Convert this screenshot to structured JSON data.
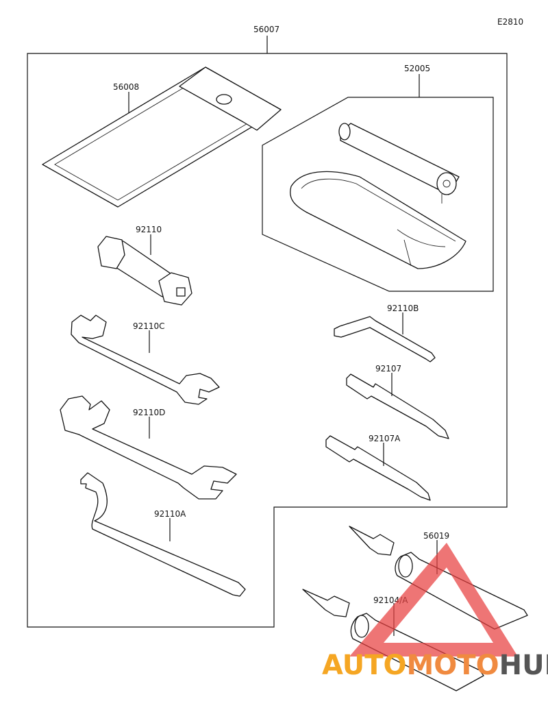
{
  "diagram_code": "E2810",
  "parts": {
    "kit": "56007",
    "tool_bag": "56008",
    "pump_kit": "52005",
    "plug_wrench": "92110",
    "wrench_c": "92110C",
    "wrench_d": "92110D",
    "hook_wrench": "92110A",
    "hex_key": "92110B",
    "screwdriver": "92107",
    "screwdriver_a": "92107A",
    "repair_tube": "56019",
    "nozzle": "92104/A"
  },
  "watermark": {
    "part1": "AUTO",
    "part2": "MOTO",
    "part3": "HUB",
    "color_orange": "#f5a623",
    "color_red": "#e84040",
    "color_dark": "#555555"
  }
}
